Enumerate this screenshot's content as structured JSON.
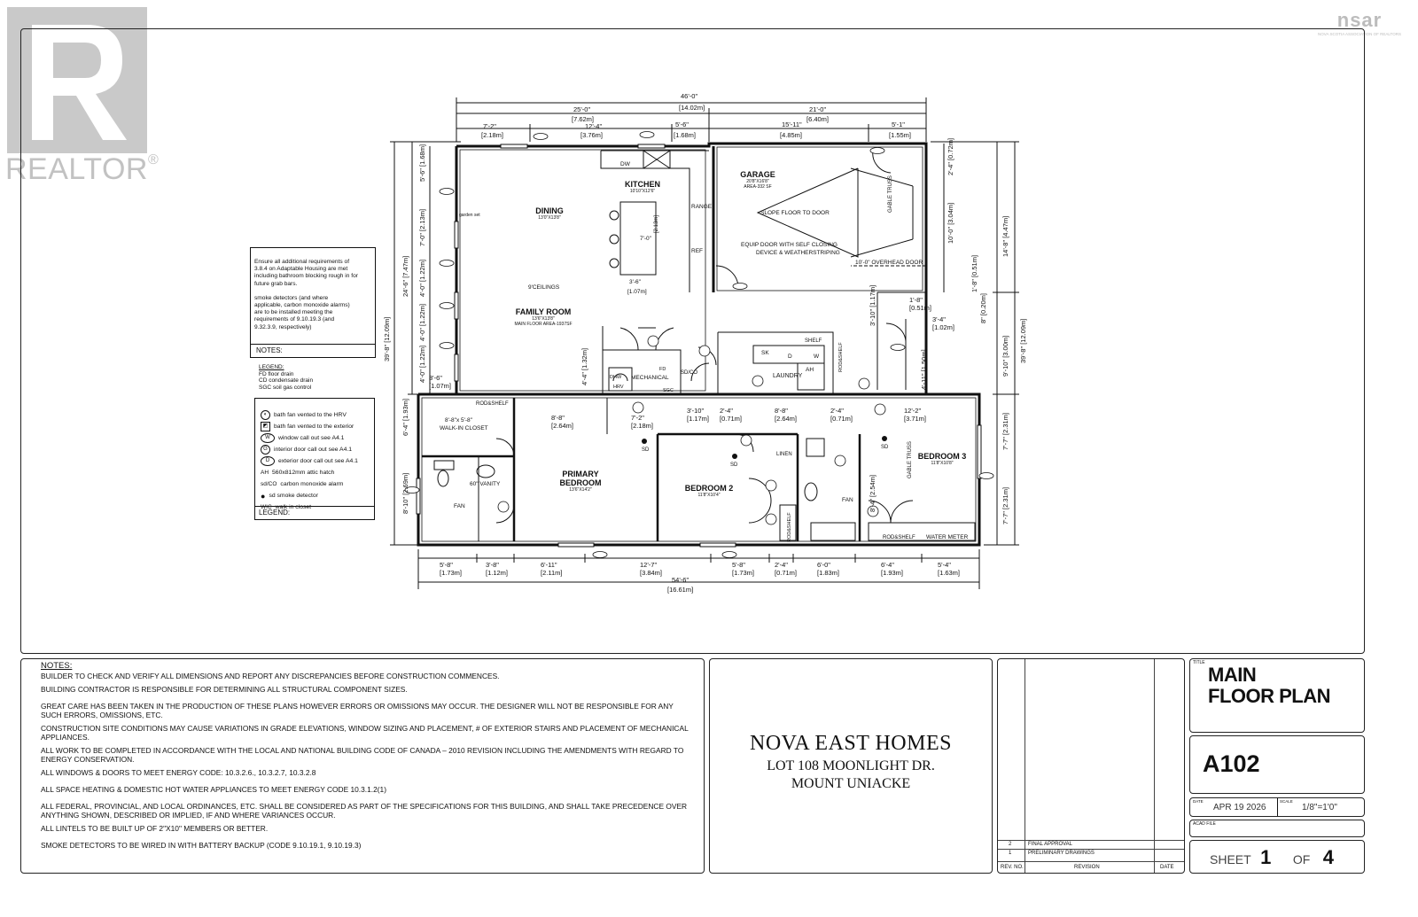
{
  "watermark": {
    "brand": "REALTOR",
    "reg": "®",
    "nsar": "nsar",
    "nsar_sub": "NOVA SCOTIA ASSOCIATION OF REALTORS"
  },
  "plan": {
    "rooms": {
      "dining": "DINING",
      "dining_size": "13'0\"X13'8\"",
      "kitchen": "KITCHEN",
      "kitchen_size": "10'10\"X12'6\"",
      "garage": "GARAGE",
      "garage_size": "20'8\"X16'8\"",
      "garage_area": "AREA-332 SF",
      "family": "FAMILY ROOM",
      "family_size": "13'6\"X13'8\"",
      "main_area": "MAIN FLOOR AREA-1937SF",
      "primary": "PRIMARY",
      "primary2": "BEDROOM",
      "primary_size": "13'6\"X14'2\"",
      "bed2": "BEDROOM 2",
      "bed2_size": "11'8\"X10'4\"",
      "bed3": "BEDROOM 3",
      "bed3_size": "11'8\"X10'8\"",
      "laundry": "LAUNDRY",
      "mechanical": "MECHANICAL",
      "walkin": "WALK-IN CLOSET",
      "walkin_size": "8'-8\"x 5'-8\"",
      "linen": "LINEN",
      "water_meter": "WATER METER"
    },
    "labels": {
      "ceilings": "9'CEILINGS",
      "range": "RANGE",
      "ref": "REF",
      "dw": "DW",
      "slope": "SLOPE FLOOR TO DOOR",
      "equip1": "EQUIP DOOR WITH SELF CLOSING",
      "equip2": "DEVICE & WEATHERSTRIPING",
      "overhead": "10'-0\" OVERHEAD DOOR",
      "gable": "GABLE TRUSS",
      "gable2": "GABLE TRUSS",
      "shelf": "SHELF",
      "rodshelf1": "ROD&SHELF",
      "rodshelf2": "ROD&SHELF",
      "rodshelf3": "ROD&SHELF",
      "rodshelf4": "ROD&SHELF",
      "vanity": "60\" VANITY",
      "fan1": "FAN",
      "fan2": "FAN",
      "sk": "SK",
      "d": "D",
      "w": "W",
      "ah": "AH",
      "dhw": "DHW",
      "hrv": "HRV",
      "fd": "FD",
      "sgc": "SGC",
      "sdco": "SD/CO",
      "sd1": "SD",
      "sd2": "SD",
      "sd3": "SD",
      "garden": "garden set",
      "counter": "7'-0\"",
      "counter_m": "[2.13m]",
      "island_w": "3'-6\"",
      "island_m": "[1.07m]"
    },
    "dims_top": {
      "overall": "46'-0\"",
      "overall_m": "[14.02m]",
      "a": "25'-0\"",
      "a_m": "[7.62m]",
      "b": "21'-0\"",
      "b_m": "[6.40m]",
      "c": "7'-2\"",
      "c_m": "[2.18m]",
      "d": "12'-4\"",
      "d_m": "[3.76m]",
      "e": "5'-6\"",
      "e_m": "[1.68m]",
      "f": "15'-11\"",
      "f_m": "[4.85m]",
      "g": "5'-1\"",
      "g_m": "[1.55m]"
    },
    "dims_bottom": {
      "overall": "54'-6\"",
      "overall_m": "[16.61m]",
      "items": [
        {
          "ft": "5'-8\"",
          "m": "[1.73m]"
        },
        {
          "ft": "3'-8\"",
          "m": "[1.12m]"
        },
        {
          "ft": "6'-11\"",
          "m": "[2.11m]"
        },
        {
          "ft": "12'-7\"",
          "m": "[3.84m]"
        },
        {
          "ft": "5'-8\"",
          "m": "[1.73m]"
        },
        {
          "ft": "2'-4\"",
          "m": "[0.71m]"
        },
        {
          "ft": "6'-0\"",
          "m": "[1.83m]"
        },
        {
          "ft": "6'-4\"",
          "m": "[1.93m]"
        },
        {
          "ft": "5'-4\"",
          "m": "[1.63m]"
        }
      ]
    },
    "dims_left": {
      "overall": "39'-8\"",
      "overall_m": "[12.09m]",
      "a": "24'-6\"",
      "a_m": "[7.47m]",
      "b": "5'-6\"",
      "b_m": "[1.68m]",
      "c": "7'-0\"",
      "c_m": "[2.13m]",
      "d": "4'-0\"",
      "d_m": "[1.22m]",
      "e": "4'-0\"",
      "e_m": "[1.22m]",
      "f": "4'-0\"",
      "f_m": "[1.22m]",
      "g": "6'-4\"",
      "g_m": "[1.93m]",
      "h": "8'-10\"",
      "h_m": "[2.69m]",
      "i": "3'-6\"",
      "i_m": "[1.07m]"
    },
    "dims_right": {
      "overall": "39'-8\"",
      "overall_m": "[12.09m]",
      "a": "14'-8\"",
      "a_m": "[4.47m]",
      "b": "9'-10\"",
      "b_m": "[3.00m]",
      "c": "2'-4\"",
      "c_m": "[0.72m]",
      "d": "10'-0\"",
      "d_m": "[3.04m]",
      "e": "1'-8\"",
      "e_m": "[0.51m]",
      "f": "8\"",
      "f_m": "[0.20m]",
      "g": "7'-7\"",
      "g_m": "[2.31m]",
      "h": "7'-7\"",
      "h_m": "[2.31m]"
    },
    "dims_inner": {
      "walkin": "8'-8\"",
      "walkin_m": "[2.64m]",
      "hall1": "7'-2\"",
      "hall1_m": "[2.18m]",
      "hall2": "3'-10\"",
      "hall2_m": "[1.17m]",
      "hall3": "2'-4\"",
      "hall3_m": "[0.71m]",
      "hall4": "8'-8\"",
      "hall4_m": "[2.64m]",
      "hall5": "2'-4\"",
      "hall5_m": "[0.71m]",
      "bed3": "12'-2\"",
      "bed3_m": "[3.71m]",
      "mech": "4'-4\"",
      "mech_m": "[1.32m]",
      "lau_a": "3'-10\"",
      "lau_a_m": "[1.17m]",
      "lau_b": "1'-8\"",
      "lau_b_m": "[0.51m]",
      "lau_c": "3'-4\"",
      "lau_c_m": "[1.02m]",
      "lau_d": "4'-11\"",
      "lau_d_m": "[1.50m]",
      "bed3_v": "8'-4\"",
      "bed3_v_m": "[2.54m]"
    }
  },
  "plan_notes": {
    "lines": [
      "Ensure all additional requirements of",
      "3.8.4 on Adaptable Housing are met",
      "including bathroom blocking rough in for",
      "future grab bars.",
      "",
      "smoke detectors (and where",
      "applicable, carbon monoxide alarms)",
      "are to be installed meeting the",
      "requirements of 9.10.19.3 (and",
      "9.32.3.9, respectively)"
    ],
    "title": "NOTES:"
  },
  "drain_legend": {
    "title": "LEGEND:",
    "items": [
      "FD floor drain",
      "CD condensate drain",
      "SGC soil gas control"
    ]
  },
  "symbol_legend": {
    "title": "LEGEND:",
    "items": [
      {
        "sym": "◐",
        "text": "bath fan vented to the HRV"
      },
      {
        "sym": "◩",
        "text": "bath fan vented to the exterior"
      },
      {
        "sym": "W",
        "text": "window call out see A4.1"
      },
      {
        "sym": "G",
        "text": "interior door call out see A4.1"
      },
      {
        "sym": "D",
        "text": "exterior door call out see A4.1"
      },
      {
        "sym": "AH",
        "text": "560x812mm attic hatch"
      },
      {
        "sym": "sd/CO",
        "text": "carbon monoxide alarm"
      },
      {
        "sym": "●",
        "text": "sd  smoke detector"
      },
      {
        "sym": "WIC",
        "text": "walk in closet"
      }
    ]
  },
  "general_notes": {
    "title": "NOTES:",
    "paragraphs": [
      "BUILDER TO CHECK AND  VERIFY ALL DIMENSIONS AND REPORT ANY DISCREPANCIES BEFORE CONSTRUCTION  COMMENCES.",
      "BUILDING CONTRACTOR IS RESPONSIBLE FOR DETERMINING ALL STRUCTURAL COMPONENT SIZES.",
      "GREAT CARE HAS BEEN TAKEN IN THE PRODUCTION OF THESE PLANS HOWEVER ERRORS OR OMISSIONS MAY OCCUR. THE DESIGNER WILL NOT BE RESPONSIBLE FOR ANY SUCH ERRORS, OMISSIONS, ETC.",
      "CONSTRUCTION SITE CONDITIONS MAY CAUSE  VARIATIONS IN GRADE ELEVATIONS, WINDOW SIZING AND PLACEMENT, # OF EXTERIOR STAIRS AND PLACEMENT OF MECHANICAL APPLIANCES.",
      "ALL WORK TO BE COMPLETED IN ACCORDANCE WITH THE LOCAL AND NATIONAL BUILDING CODE OF CANADA – 2010 REVISION INCLUDING THE AMENDMENTS WITH REGARD TO ENERGY CONSERVATION.",
      "ALL WINDOWS & DOORS TO MEET ENERGY CODE:  10.3.2.6., 10.3.2.7, 10.3.2.8",
      "ALL SPACE HEATING & DOMESTIC HOT WATER APPLIANCES TO MEET ENERGY CODE 10.3.1.2(1)",
      "ALL FEDERAL, PROVINCIAL, AND LOCAL ORDINANCES, ETC. SHALL BE CONSIDERED AS  PART OF THE SPECIFICATIONS FOR THIS BUILDING, AND SHALL TAKE PRECEDENCE OVER ANYTHING SHOWN, DESCRIBED OR IMPLIED, IF AND WHERE VARIANCES OCCUR.",
      "ALL LINTELS TO BE BUILT UP OF 2\"X10\" MEMBERS OR BETTER.",
      "SMOKE DETECTORS TO BE WIRED IN WITH BATTERY BACKUP (CODE 9.10.19.1, 9.10.19.3)"
    ]
  },
  "project": {
    "company": "NOVA EAST HOMES",
    "lot": "LOT 108 MOONLIGHT DR.",
    "town": "MOUNT UNIACKE"
  },
  "revisions": {
    "rows": [
      {
        "no": "2",
        "desc": "FINAL APPROVAL",
        "date": ""
      },
      {
        "no": "1",
        "desc": "PRELIMINARY DRAWINGS",
        "date": ""
      }
    ],
    "h_no": "REV. NO.",
    "h_rev": "REVISION",
    "h_date": "DATE"
  },
  "title_block": {
    "title_label": "TITLE",
    "title1": "MAIN",
    "title2": "FLOOR PLAN",
    "sheet_no": "A102",
    "date_label": "DATE",
    "date": "APR 19 2026",
    "scale_label": "SCALE",
    "scale": "1/8\"=1'0\"",
    "acad_label": "ACAD FILE",
    "sheet_word": "SHEET",
    "sheet_num": "1",
    "of_word": "OF",
    "sheet_total": "4"
  }
}
